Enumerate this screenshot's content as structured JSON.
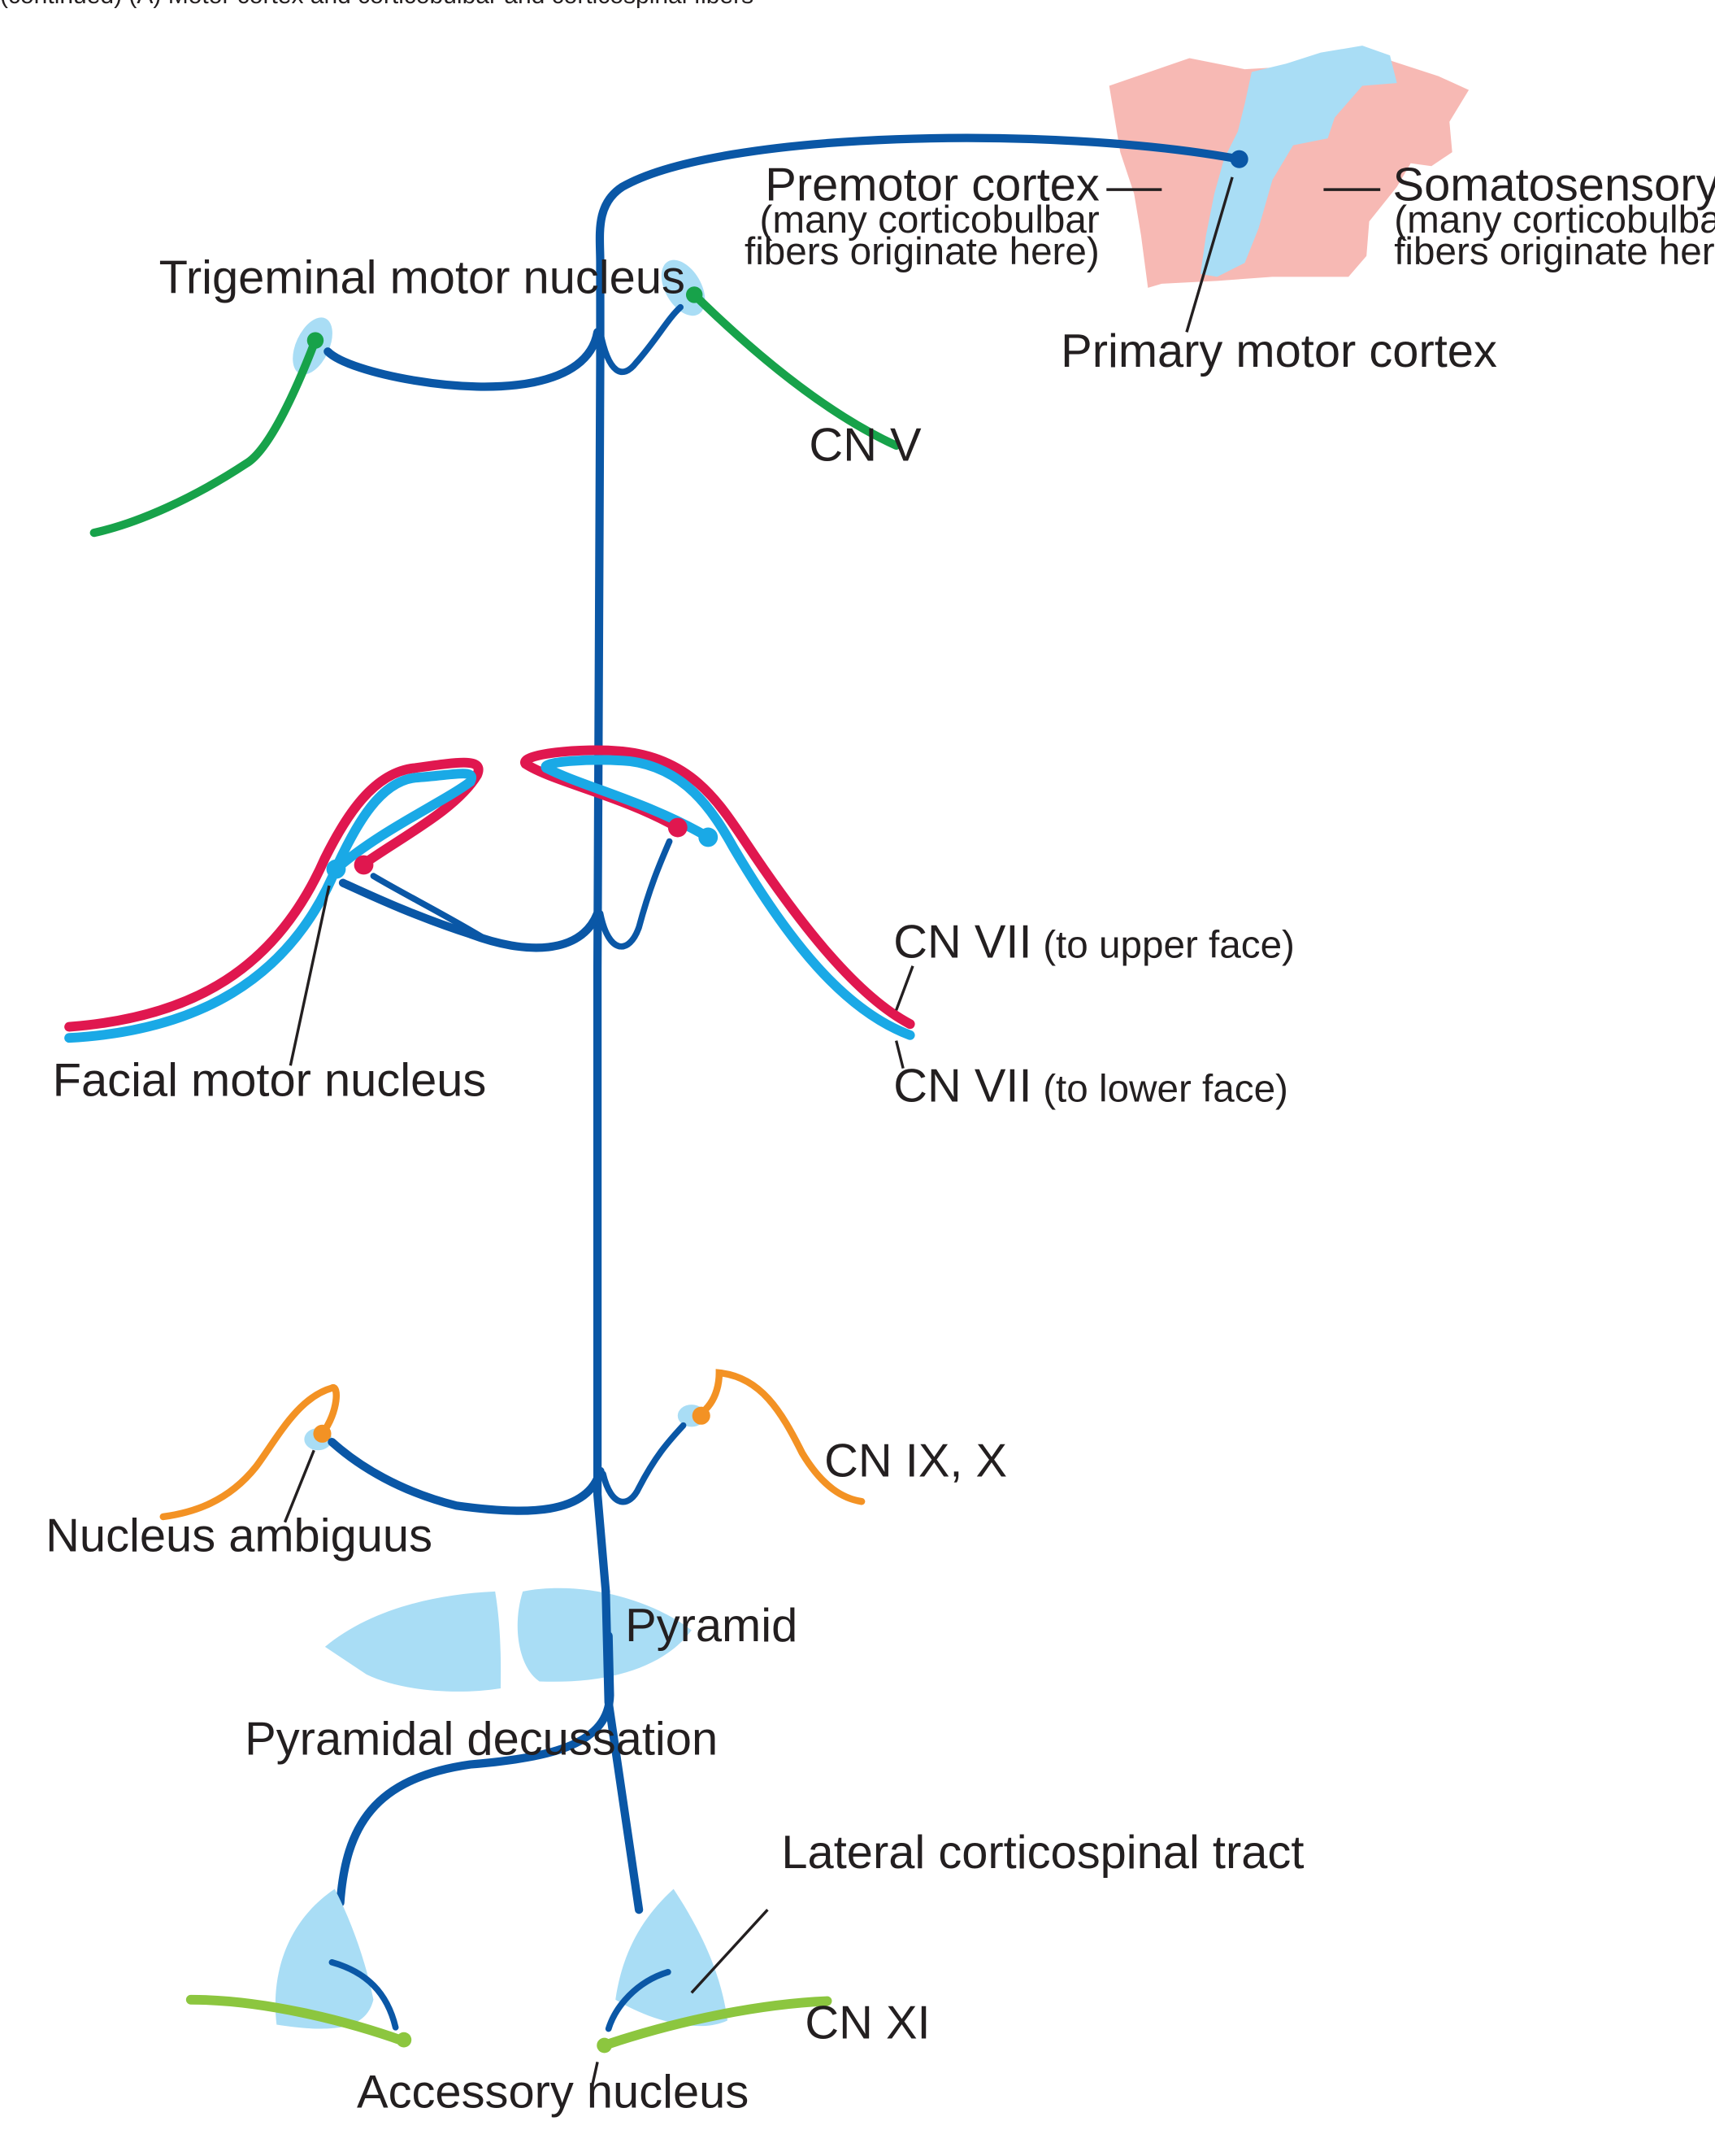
{
  "header": {
    "cut_caption": "(continued) (A) Motor cortex and corticobulbar and corticospinal fibers"
  },
  "colors": {
    "tract": "#0a57a6",
    "nucleus_fill": "#a9ddf5",
    "cortex_pink": "#f7b9b4",
    "cn_v": "#17a24a",
    "cn_vii_upper": "#e0174f",
    "cn_vii_lower": "#1aa9e6",
    "cn_ix_x": "#f39224",
    "cn_xi": "#8cc63f"
  },
  "cortex": {
    "premotor": {
      "title": "Premotor cortex",
      "note_line1": "(many corticobulbar",
      "note_line2": "fibers originate here)"
    },
    "somatosensory": {
      "title": "Somatosensory cortex",
      "note_line1": "(many corticobulbar",
      "note_line2": "fibers originate here)"
    },
    "primary_motor": {
      "title": "Primary motor cortex"
    }
  },
  "labels": {
    "trigeminal_nucleus": "Trigeminal motor nucleus",
    "cn_v": "CN V",
    "facial_nucleus": "Facial motor nucleus",
    "cn_vii_upper_main": "CN VII",
    "cn_vii_upper_note": "(to upper face)",
    "cn_vii_lower_main": "CN VII",
    "cn_vii_lower_note": "(to lower face)",
    "nucleus_ambiguus": "Nucleus ambiguus",
    "cn_ix_x": "CN IX, X",
    "pyramid": "Pyramid",
    "pyramidal_decussation": "Pyramidal decussation",
    "lateral_cst": "Lateral corticospinal tract",
    "cn_xi": "CN XI",
    "accessory_nucleus": "Accessory nucleus"
  }
}
